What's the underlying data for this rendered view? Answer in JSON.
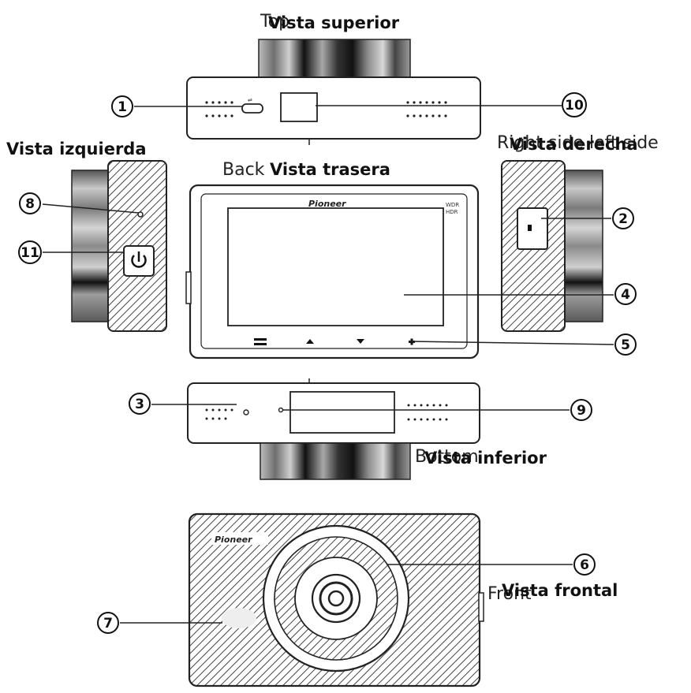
{
  "views": {
    "top": {
      "label": "Vista superior",
      "overlay": "Top"
    },
    "left": {
      "label": "Vista izquierda"
    },
    "right": {
      "label": "Vista derecha",
      "overlay": "Right side left side"
    },
    "back": {
      "label": "Vista trasera",
      "overlay": "Back"
    },
    "bottom": {
      "label": "Vista inferior",
      "overlay": "Bottom"
    },
    "front": {
      "label": "Vista frontal",
      "overlay": "Front"
    }
  },
  "brand": "Pioneer",
  "badge": {
    "line1": "WDR",
    "line2": "HDR"
  },
  "callouts": [
    "1",
    "2",
    "3",
    "4",
    "5",
    "6",
    "7",
    "8",
    "9",
    "10",
    "11"
  ],
  "colors": {
    "stroke": "#222222",
    "dark": "#111111",
    "mount_dark": "#1a1a1a",
    "mount_mid": "#7a7a7a",
    "mount_light": "#c8c8c8"
  }
}
